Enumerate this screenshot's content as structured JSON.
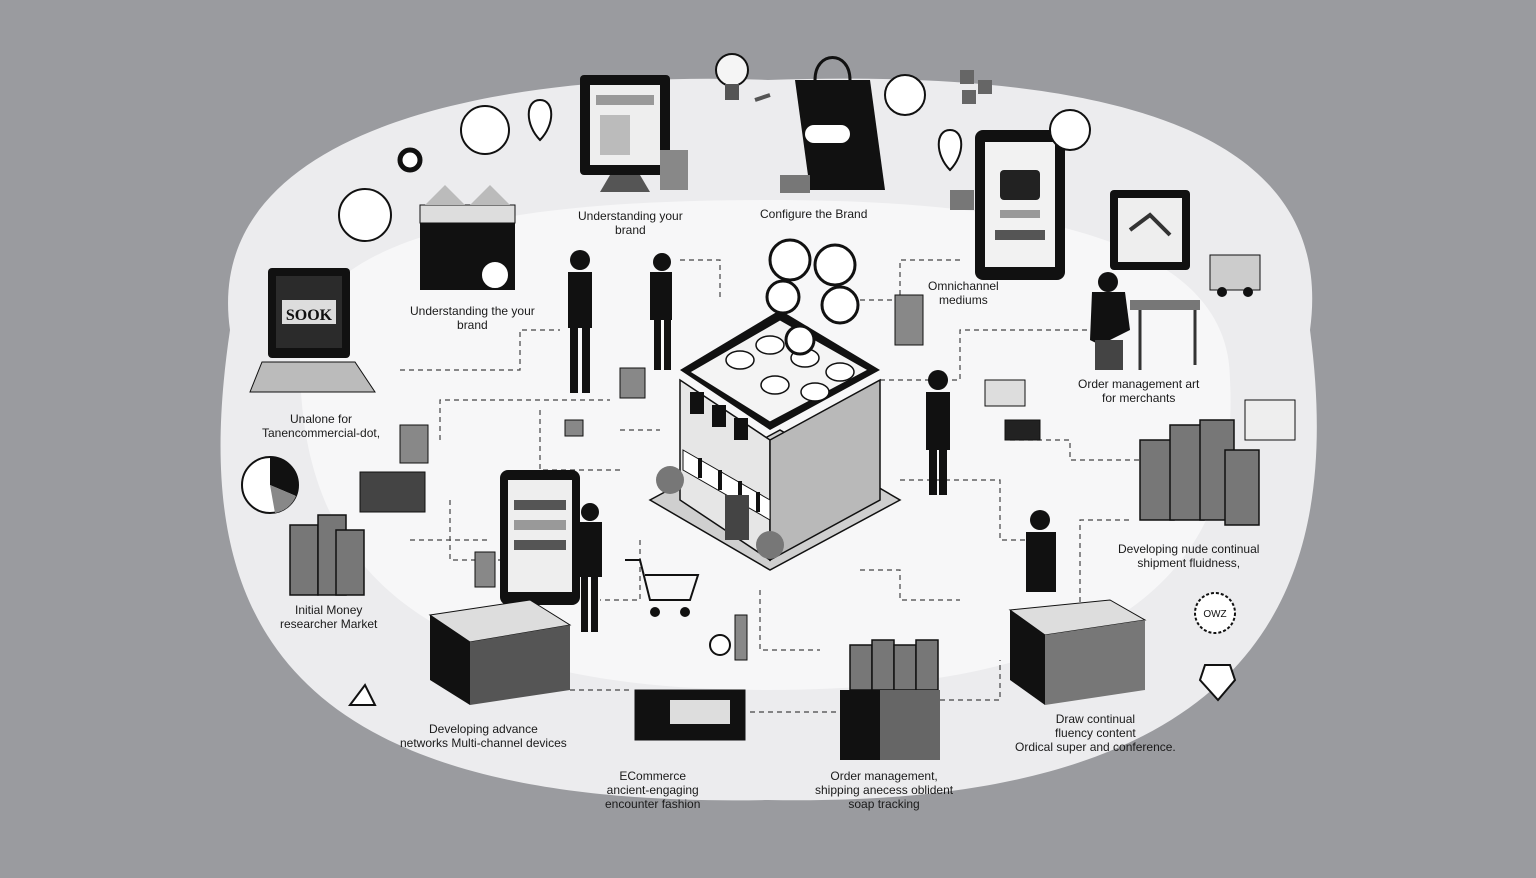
{
  "colors": {
    "background": "#9a9b9f",
    "oval": "#ececee",
    "inner_oval": "#f7f7f8",
    "ink": "#111111",
    "mid": "#6d6d6d",
    "light": "#d0d0d0"
  },
  "laptop_screen_text": "SOOK",
  "badge_text": "OWZ",
  "labels": {
    "understanding_brand_top": [
      "Understanding your",
      "brand"
    ],
    "understanding_brand_left": [
      "Understanding the your",
      "brand"
    ],
    "configure_brand": [
      "Configure the Brand"
    ],
    "omnichannel": [
      "Omnichannel",
      "mediums"
    ],
    "order_management_right": [
      "Order management art",
      "for merchants"
    ],
    "unalone": [
      "Unalone for",
      "Tanencommercial-dot,"
    ],
    "developing_continual_right": [
      "Developing nude continual",
      "shipment fluidness,"
    ],
    "initial_money": [
      "Initial Money",
      "researcher Market"
    ],
    "developing_advance": [
      "Developing advance",
      "networks Multi-channel devices"
    ],
    "ecommerce": [
      "ECommerce",
      "ancient-engaging",
      "encounter fashion"
    ],
    "order_managing": [
      "Order management,",
      "shipping anecess oblident",
      "soap tracking"
    ],
    "draw_continual": [
      "Draw continual",
      "fluency content",
      "Ordical super and conference."
    ]
  }
}
